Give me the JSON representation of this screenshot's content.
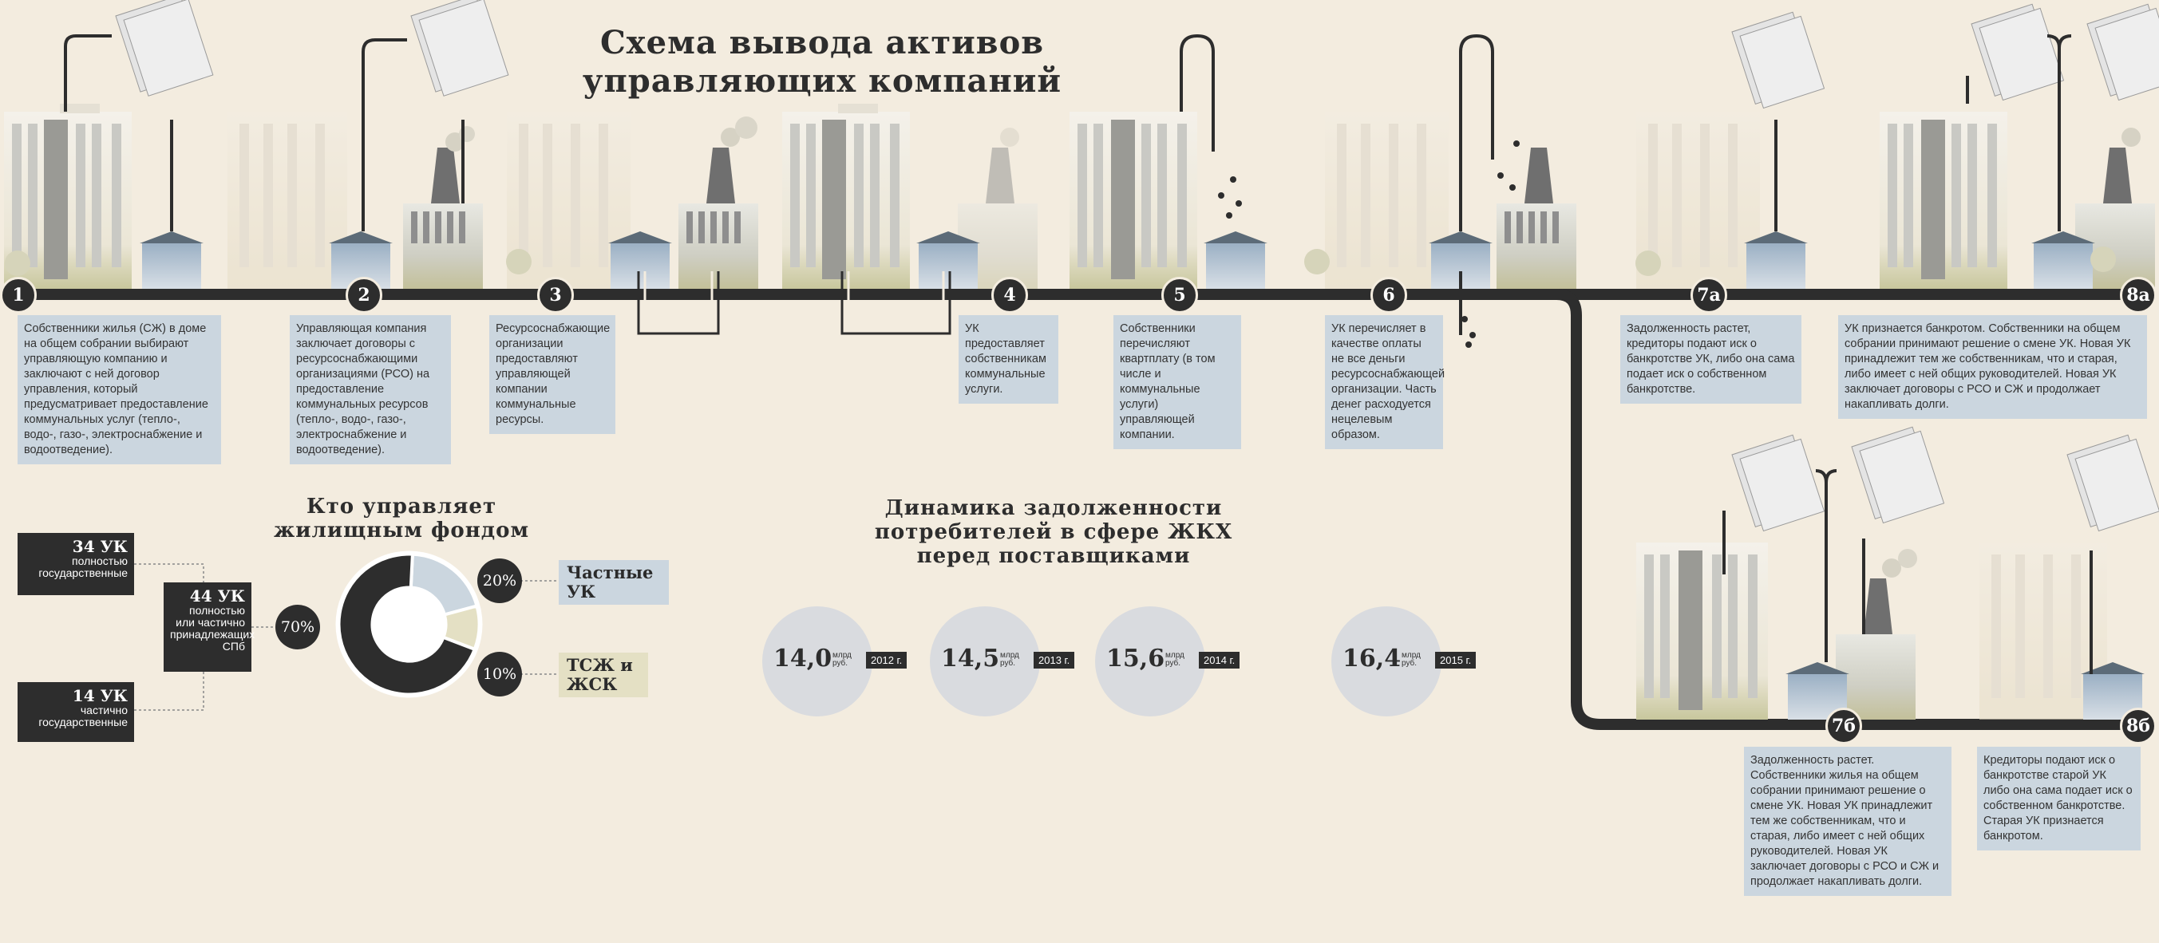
{
  "title": "Схема вывода активов управляющих компаний",
  "steps": [
    {
      "num": "1",
      "text": "Собственники жилья (СЖ) в доме на общем собрании выбирают управляющую компанию и заключают с ней договор управления, который предусматривает предоставление коммунальных услуг (тепло-, водо-, газо-, электроснабжение и водоотведение)."
    },
    {
      "num": "2",
      "text": "Управляющая компания заключает договоры с ресурсоснабжающими организациями (РСО) на предоставление коммунальных ресурсов (тепло-, водо-, газо-, электроснабжение и водоотведение)."
    },
    {
      "num": "3",
      "text": "Ресурсоснабжающие организации предоставляют управляющей компании коммунальные ресурсы."
    },
    {
      "num": "4",
      "text": "УК предоставляет собственникам коммунальные услуги."
    },
    {
      "num": "5",
      "text": "Собственники перечисляют квартплату (в том числе и коммунальные услуги) управляющей компании."
    },
    {
      "num": "6",
      "text": "УК перечисляет в качестве оплаты не все деньги ресурсоснабжающей организации. Часть денег расходуется нецелевым образом."
    },
    {
      "num": "7а",
      "text": "Задолженность растет, кредиторы подают иск о банкротстве УК, либо она сама подает иск о собственном банкротстве."
    },
    {
      "num": "8а",
      "text": "УК признается банкротом. Собственники на общем собрании принимают решение о смене УК. Новая УК принадлежит тем же собственникам, что и старая, либо имеет с ней общих руководителей. Новая УК заключает договоры с РСО и СЖ и продолжает накапливать долги."
    },
    {
      "num": "7б",
      "text": "Задолженность растет. Собственники жилья на общем собрании принимают решение о смене УК. Новая УК принадлежит тем же собственникам, что и старая, либо имеет с ней общих руководителей. Новая УК заключает договоры с РСО и СЖ и продолжает накапливать долги."
    },
    {
      "num": "8б",
      "text": "Кредиторы подают иск о банкротстве старой УК либо она сама подает иск о собственном банкротстве. Старая УК признается банкротом."
    }
  ],
  "housing": {
    "title": "Кто управляет жилищным фондом",
    "left": [
      {
        "big": "34 УК",
        "text": "полностью государственные"
      },
      {
        "big": "14 УК",
        "text": "частично государственные"
      }
    ],
    "mid": {
      "big": "44 УК",
      "text": "полностью или частично принадлежащих СПб"
    },
    "pct_main": "70%",
    "right": [
      {
        "pct": "20%",
        "label": "Частные УК"
      },
      {
        "pct": "10%",
        "label": "ТСЖ и ЖСК"
      }
    ],
    "colors": {
      "state": "#2d2d2d",
      "private": "#cbd6df",
      "tsj": "#e4e0c4"
    }
  },
  "debt": {
    "title": "Динамика задолженности потребителей в сфере ЖКХ перед поставщиками",
    "unit": "млрд руб.",
    "items": [
      {
        "value": "14,0",
        "year": "2012 г."
      },
      {
        "value": "14,5",
        "year": "2013 г."
      },
      {
        "value": "15,6",
        "year": "2014 г."
      },
      {
        "value": "16,4",
        "year": "2015 г."
      }
    ]
  }
}
